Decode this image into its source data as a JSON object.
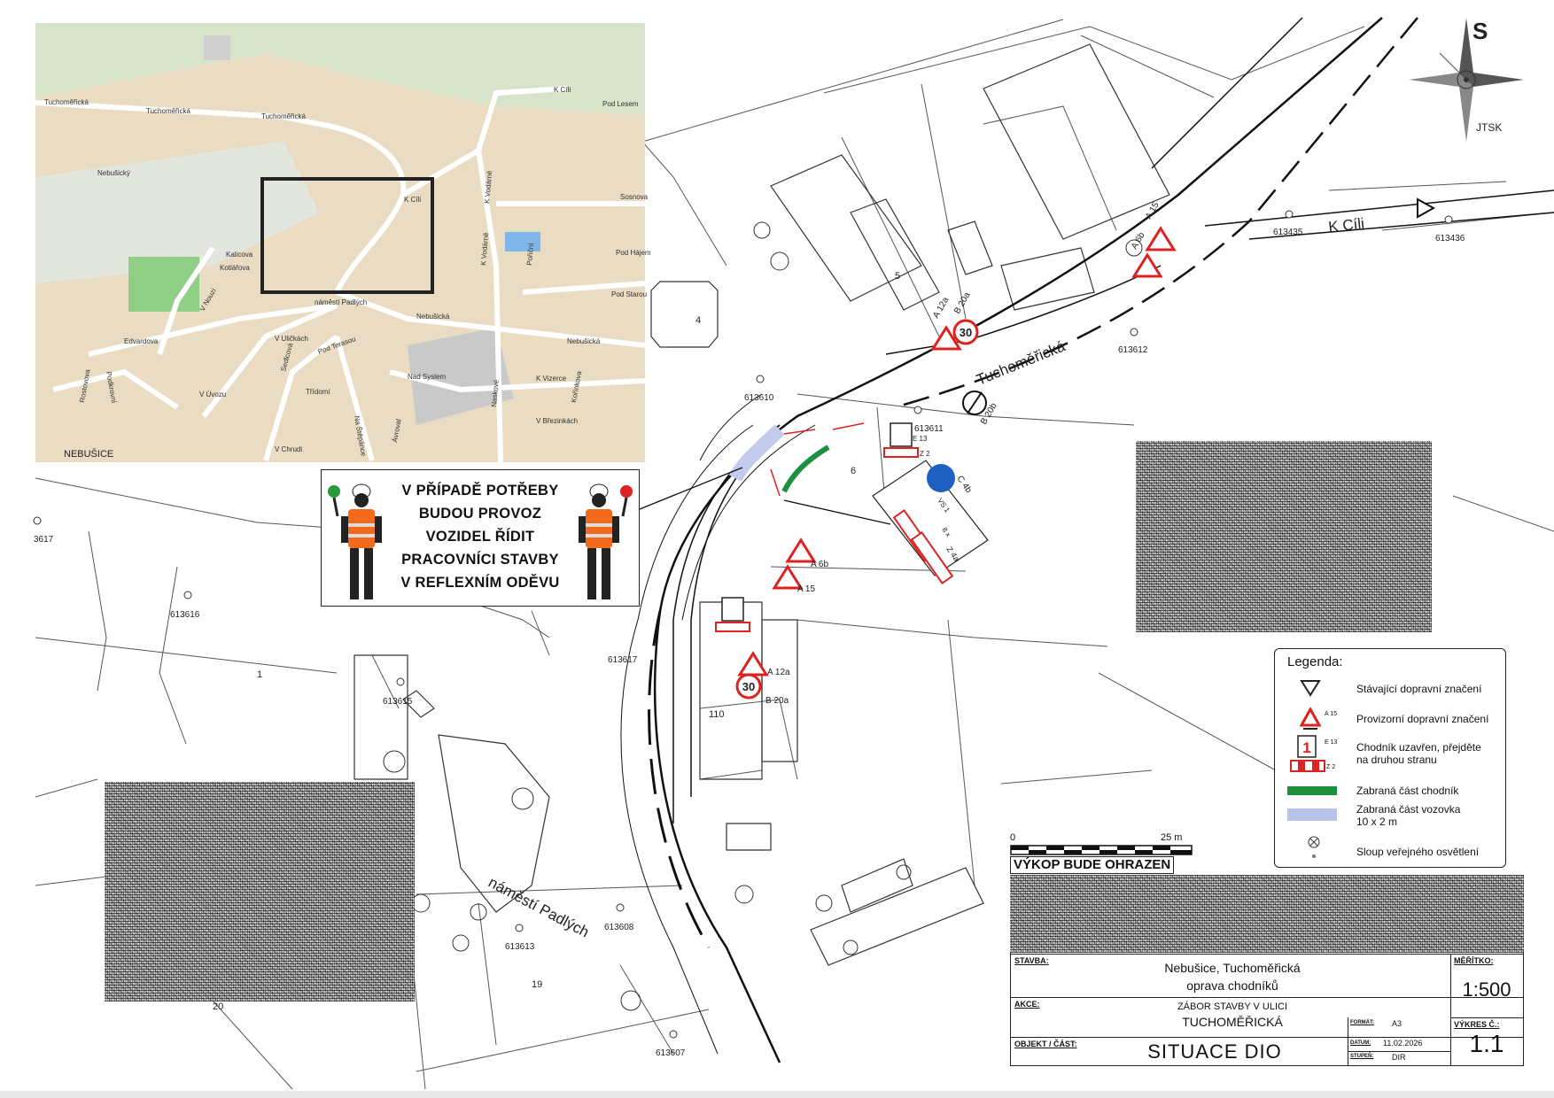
{
  "inset_map": {
    "streets": [
      "Tuchoměřická",
      "Tuchoměřická",
      "Tuchoměřická",
      "K Cíli",
      "K Cíli",
      "K Vodárně",
      "K Vodárně",
      "Kalicova",
      "Nebušická",
      "Nebušická",
      "náměstí Padlých",
      "Edvardova",
      "V Nouzi",
      "V Uličkách",
      "V Úvozu",
      "Nebušický",
      "Rostovova",
      "Podkrovní",
      "Sedlcová",
      "Třídomí",
      "Pod Terasou",
      "Pod Starou",
      "Pod Hájem",
      "K Vizerce",
      "Nad Syslem",
      "Kořínkova",
      "V Březinkách",
      "Na Štěpánce",
      "Ávroval",
      "Naskové",
      "V Chrudi",
      "Kotlářova",
      "Poříční",
      "Sosnova",
      "Pod Lesem"
    ],
    "place_label": "NEBUŠICE"
  },
  "plan": {
    "street_labels": [
      "Tuchoměřická",
      "K Cíli",
      "náměstí Padlých"
    ],
    "parcel_numbers": [
      "4",
      "5",
      "6",
      "1",
      "19",
      "20",
      "110"
    ],
    "lamp_posts": [
      "613435",
      "613436",
      "613612",
      "613610",
      "613611",
      "613616",
      "613615",
      "613617",
      "613608",
      "613613",
      "613607",
      "3617"
    ],
    "signs": [
      "A 15",
      "A 6b",
      "B 20a",
      "A 12a",
      "B 20b",
      "E 13",
      "Z 2",
      "C 4b",
      "Z 4a",
      "A 6b",
      "A 15",
      "A 12a",
      "B 20a",
      "VS 1",
      "8 x"
    ],
    "sign_values": {
      "speed": "30"
    }
  },
  "warning_box": {
    "lines": [
      "V PŘÍPADĚ POTŘEBY",
      "BUDOU PROVOZ",
      "VOZIDEL ŘÍDIT",
      "PRACOVNÍCI STAVBY",
      "V REFLEXNÍM ODĚVU"
    ]
  },
  "compass": {
    "north_letter": "S",
    "system": "JTSK"
  },
  "legend": {
    "title": "Legenda:",
    "items": [
      {
        "label": "Stávající dopravní značení"
      },
      {
        "label": "Provizorní dopravní značení",
        "sub": "A 15"
      },
      {
        "label": "Chodník uzavřen, přejděte",
        "label2": "na druhou stranu",
        "sub": "E 13",
        "sub2": "Z 2"
      },
      {
        "label": "Zabraná část chodník",
        "color": "#1e8f3f"
      },
      {
        "label": "Zabraná část vozovka",
        "label2": "10 x 2 m",
        "color": "#b8c3ea"
      },
      {
        "label": "Sloup veřejného osvětlení"
      }
    ]
  },
  "scale_bar": {
    "start": "0",
    "end": "25 m"
  },
  "vykop": "VÝKOP BUDE OHRAZEN",
  "title_block": {
    "stavba_label": "STAVBA:",
    "stavba_line1": "Nebušice, Tuchoměřická",
    "stavba_line2": "oprava chodníků",
    "meritko_label": "MĚŘÍTKO:",
    "meritko": "1:500",
    "akce_label": "AKCE:",
    "akce_line1": "ZÁBOR STAVBY V ULICI",
    "akce_line2": "TUCHOMĚŘICKÁ",
    "format_label": "FORMÁT:",
    "format": "A3",
    "vykres_label": "VÝKRES Č.:",
    "vykres": "1.1",
    "objekt_label": "OBJEKT / ČÁST:",
    "objekt": "SITUACE DIO",
    "datum_label": "DATUM:",
    "datum": "11.02.2026",
    "stupen_label": "STUPEŇ:",
    "stupen": "DIR"
  }
}
